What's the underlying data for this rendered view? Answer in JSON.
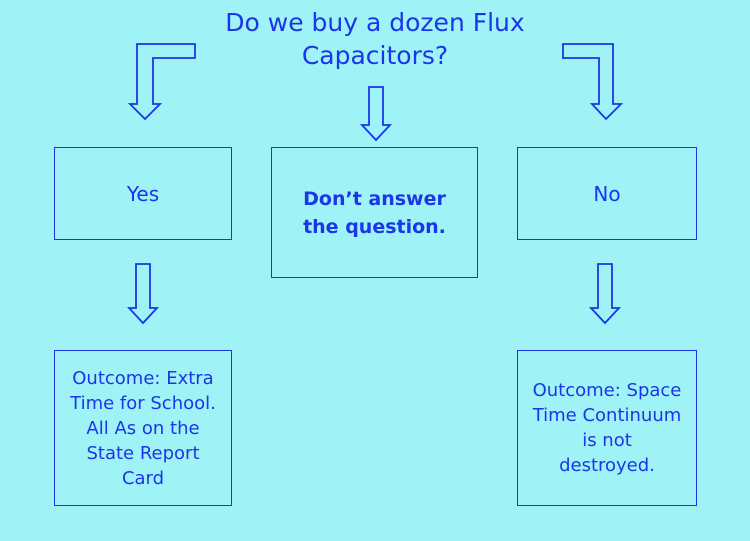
{
  "question": "Do we buy a dozen Flux Capacitors?",
  "options": {
    "yes": "Yes",
    "no_answer": "Don’t answer the question.",
    "no": "No"
  },
  "outcomes": {
    "yes": "Outcome: Extra Time for School. All As on the State Report Card",
    "no": "Outcome: Space Time Continuum is not destroyed."
  }
}
